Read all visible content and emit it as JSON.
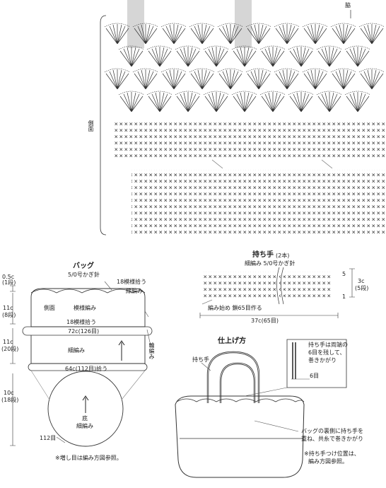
{
  "chart": {
    "side_label": "側面",
    "rim_label": "脇"
  },
  "bag": {
    "title": "バッグ",
    "hook": "5/0号かぎ針",
    "pick_top": "18模様拾う",
    "edge": "縁編み",
    "side": "側面",
    "pattern": "模様編み",
    "pick_mid": "18模様拾う",
    "width_mid": "72c(126目)",
    "sc": "細編み",
    "ring": "輪編み",
    "pick_bottom": "64c(112目)拾う",
    "base_label": "底",
    "base_sc": "細編み",
    "base_count": "112目",
    "dim1": "0.5c",
    "dim1r": "(1段)",
    "dim2": "11c",
    "dim2r": "(8段)",
    "dim3": "11c",
    "dim3r": "(20段)",
    "dim4": "10c",
    "dim4r": "(18段)",
    "note": "※増し目は編み方図参照。"
  },
  "handle": {
    "title": "持ち手",
    "count": "(2本)",
    "spec": "細編み 5/0号かぎ針",
    "start": "編み始め 鎖65目作る",
    "height": "3c",
    "rows": "(5段)",
    "length": "37c(65目)",
    "row_nums": [
      "5",
      "1"
    ]
  },
  "finish": {
    "title": "仕上げ方",
    "handle": "持ち手",
    "callout1": "持ち手は両端の",
    "callout2": "6目を残して、",
    "callout3": "巻きかがり",
    "callout_count": "6目",
    "note1": "バッグの裏側に持ち手を",
    "note2": "重ね、共糸で巻きかがり",
    "note3": "※持ち手つけ位置は、",
    "note4": "編み方図参照。"
  }
}
